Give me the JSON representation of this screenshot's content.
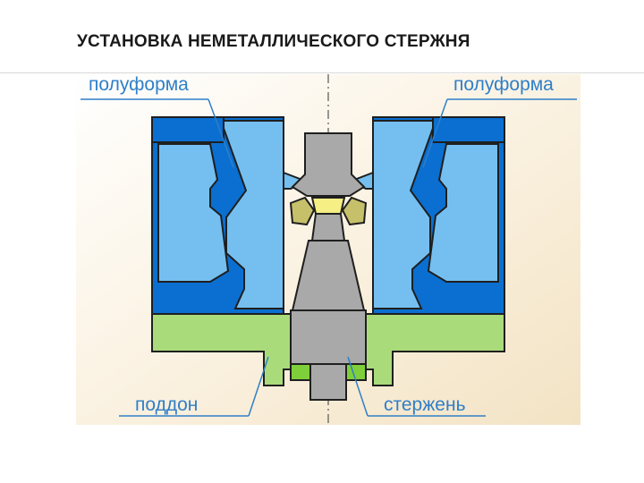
{
  "slide": {
    "title": "УСТАНОВКА НЕМЕТАЛЛИЧЕСКОГО СТЕРЖНЯ"
  },
  "diagram": {
    "labels": {
      "mold_half_left": "полуформа",
      "mold_half_right": "полуформа",
      "pallet": "поддон",
      "core": "стержень"
    },
    "colors": {
      "mold_outer": "#0a6fd0",
      "mold_inner": "#75bff0",
      "pallet": "#aadb7a",
      "core": "#a9a9a9",
      "core_dark": "#8c8c8c",
      "insert_yellow": "#f5ef84",
      "insert_olive": "#c7c06a",
      "core_base_green": "#7fcf3a",
      "label_text": "#2f7fc8",
      "outline": "#1f1f1f"
    }
  }
}
